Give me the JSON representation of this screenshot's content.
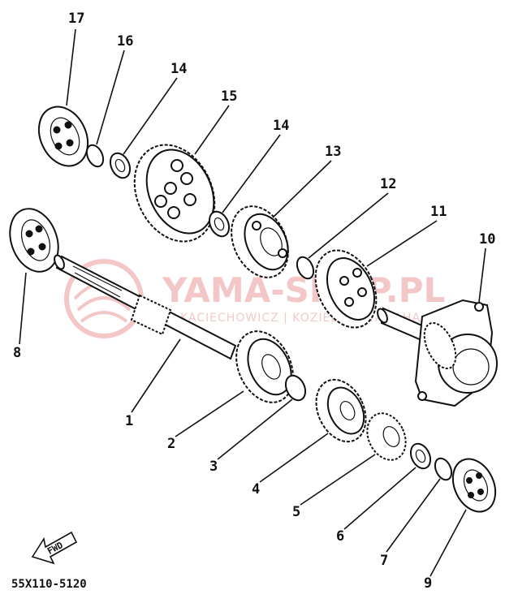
{
  "diagram": {
    "code": "55X110-5120",
    "fwd_label": "FWD",
    "watermark": {
      "title": "YAMA-SHOP.PL",
      "subtitle": "KACIECHOWICZ | KOZIELEC | YAMAHA"
    },
    "callouts": [
      {
        "id": "17",
        "label": "17"
      },
      {
        "id": "16",
        "label": "16"
      },
      {
        "id": "14a",
        "label": "14"
      },
      {
        "id": "15",
        "label": "15"
      },
      {
        "id": "14b",
        "label": "14"
      },
      {
        "id": "13",
        "label": "13"
      },
      {
        "id": "12",
        "label": "12"
      },
      {
        "id": "11",
        "label": "11"
      },
      {
        "id": "10",
        "label": "10"
      },
      {
        "id": "8",
        "label": "8"
      },
      {
        "id": "1",
        "label": "1"
      },
      {
        "id": "2",
        "label": "2"
      },
      {
        "id": "3",
        "label": "3"
      },
      {
        "id": "4",
        "label": "4"
      },
      {
        "id": "5",
        "label": "5"
      },
      {
        "id": "6",
        "label": "6"
      },
      {
        "id": "7",
        "label": "7"
      },
      {
        "id": "9",
        "label": "9"
      }
    ]
  }
}
